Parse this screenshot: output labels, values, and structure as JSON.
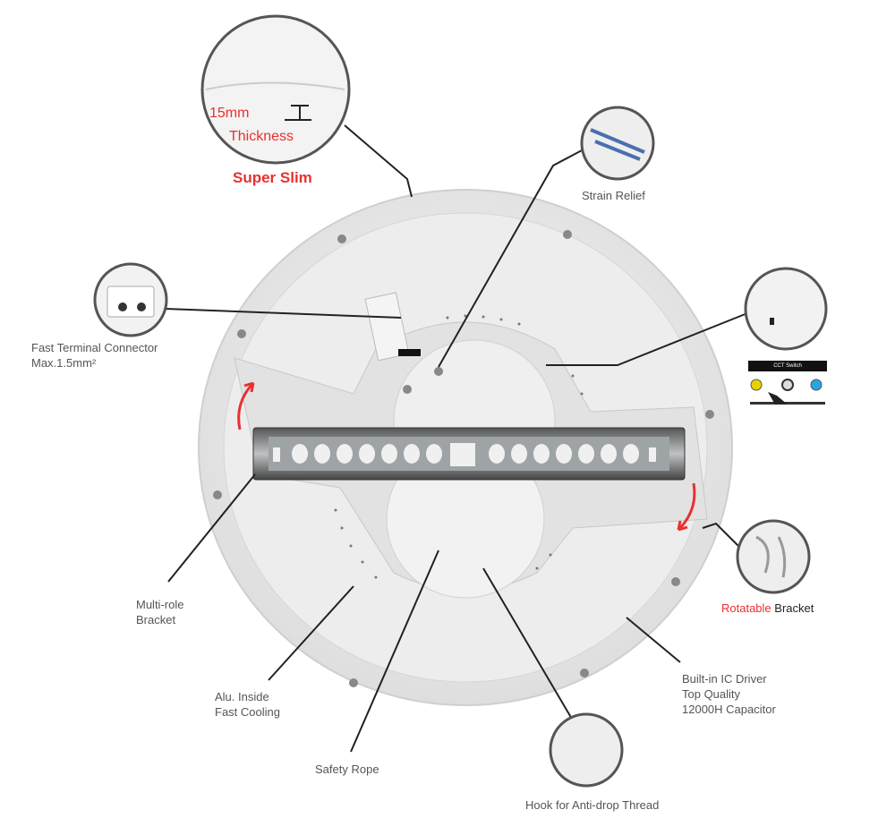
{
  "labels": {
    "thickness_value": "15mm",
    "thickness_word": "Thickness",
    "super_slim": "Super Slim",
    "strain_relief": "Strain Relief",
    "terminal_line1": "Fast Terminal Connector",
    "terminal_line2": "Max.1.5mm²",
    "bracket_line1": "Multi-role",
    "bracket_line2": "Bracket",
    "alu_line1": "Alu. Inside",
    "alu_line2": "Fast Cooling",
    "safety_rope": "Safety Rope",
    "hook": "Hook for Anti-drop Thread",
    "driver_line1": "Built-in IC Driver",
    "driver_line2": "Top Quality",
    "driver_line3": "12000H Capacitor",
    "rotatable_red": "Rotatable",
    "rotatable_black": "Bracket",
    "cct_switch": "CCT Switch"
  },
  "colors": {
    "accent": "#e8312f",
    "text": "#555555",
    "panel": "#ececec"
  }
}
